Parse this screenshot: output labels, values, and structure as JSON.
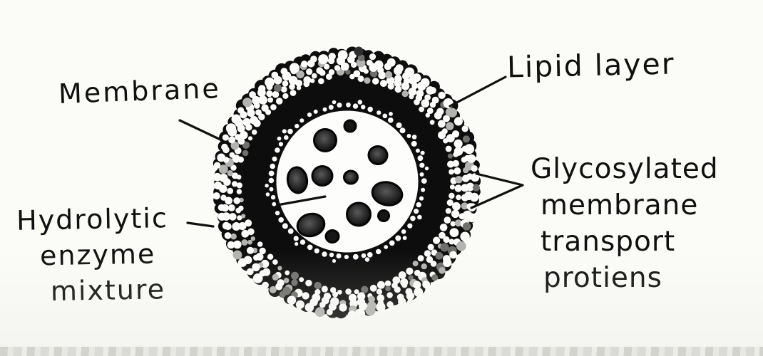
{
  "diagram": {
    "colors": {
      "ink": "#0d0d0d",
      "paper": "#fbfbf8",
      "pebble_white": "#fcfcfa",
      "pebble_gray": "#b3b3b0",
      "pebble_dark_gray": "#6f6f6c",
      "lumen_white": "#fdfdfc",
      "enzyme_core_gray": "#4f4f4f"
    },
    "labels": {
      "membrane": {
        "lines": [
          "Membrane"
        ]
      },
      "lipid": {
        "lines": [
          "Lipid layer"
        ]
      },
      "glycosylated": {
        "lines": [
          "Glycosylated",
          "membrane",
          "transport",
          "protiens"
        ]
      },
      "hydrolytic": {
        "lines": [
          "Hydrolytic",
          "enzyme",
          "mixture"
        ]
      }
    }
  }
}
